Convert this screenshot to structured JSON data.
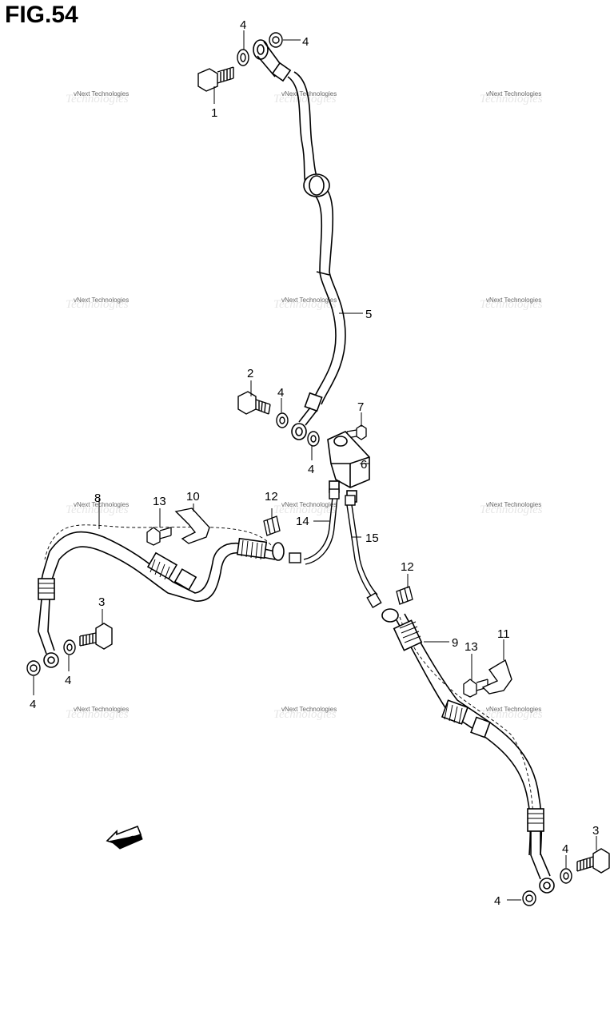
{
  "figure": {
    "title": "FIG.54"
  },
  "watermark": {
    "text": "vNext Technologies",
    "ghost_text": "Technologies"
  },
  "direction_badge": {
    "label": "FWD"
  },
  "callouts": [
    {
      "id": "c1",
      "label": "1"
    },
    {
      "id": "c4a",
      "label": "4"
    },
    {
      "id": "c4b",
      "label": "4"
    },
    {
      "id": "c5",
      "label": "5"
    },
    {
      "id": "c2",
      "label": "2"
    },
    {
      "id": "c4c",
      "label": "4"
    },
    {
      "id": "c7",
      "label": "7"
    },
    {
      "id": "c4d",
      "label": "4"
    },
    {
      "id": "c6",
      "label": "6"
    },
    {
      "id": "c8",
      "label": "8"
    },
    {
      "id": "c13a",
      "label": "13"
    },
    {
      "id": "c10",
      "label": "10"
    },
    {
      "id": "c12a",
      "label": "12"
    },
    {
      "id": "c14",
      "label": "14"
    },
    {
      "id": "c15",
      "label": "15"
    },
    {
      "id": "c12b",
      "label": "12"
    },
    {
      "id": "c3a",
      "label": "3"
    },
    {
      "id": "c4e",
      "label": "4"
    },
    {
      "id": "c4f",
      "label": "4"
    },
    {
      "id": "c9",
      "label": "9"
    },
    {
      "id": "c13b",
      "label": "13"
    },
    {
      "id": "c11",
      "label": "11"
    },
    {
      "id": "c3b",
      "label": "3"
    },
    {
      "id": "c4g",
      "label": "4"
    },
    {
      "id": "c4h",
      "label": "4"
    }
  ]
}
